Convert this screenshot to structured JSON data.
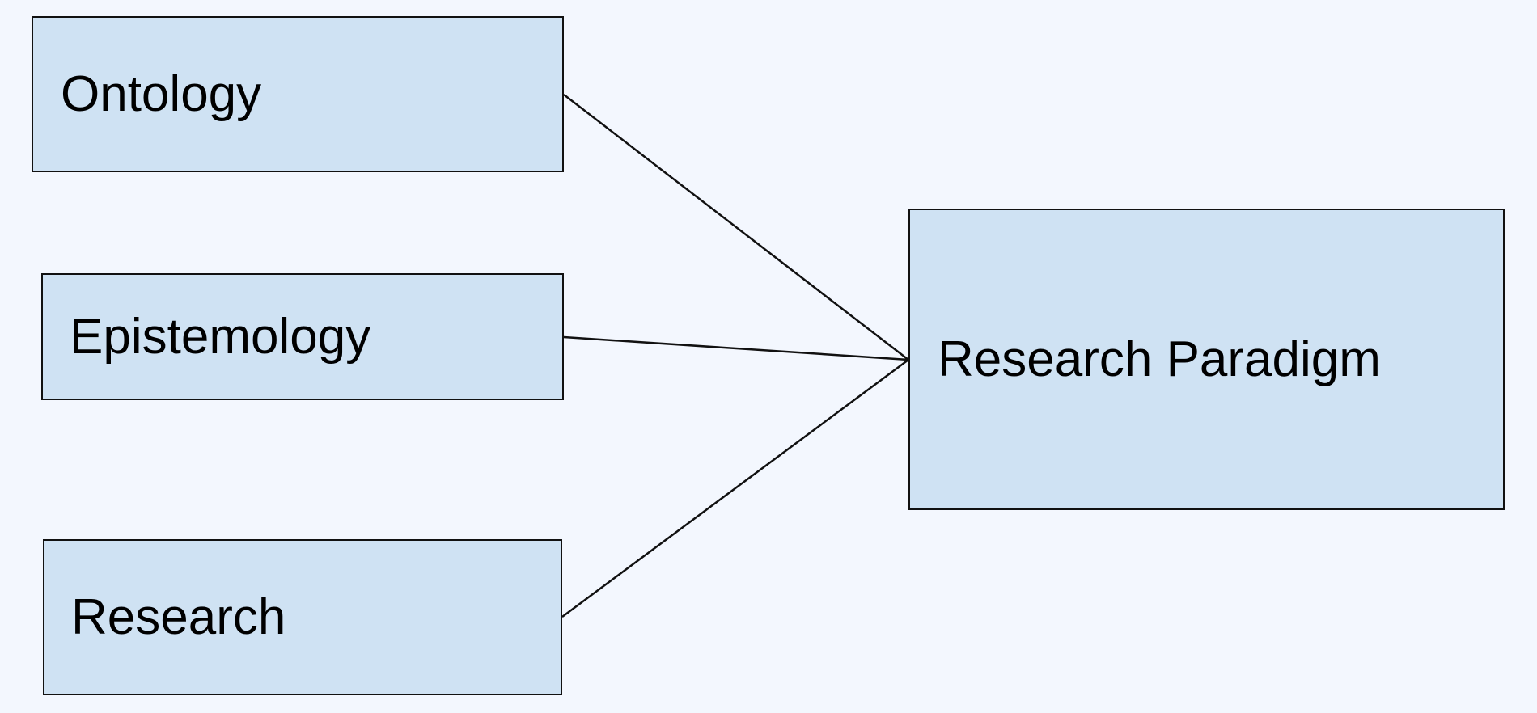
{
  "diagram": {
    "source_nodes": [
      {
        "id": "ontology",
        "label": "Ontology"
      },
      {
        "id": "epistemology",
        "label": "Epistemology"
      },
      {
        "id": "research",
        "label": "Research"
      }
    ],
    "target_node": {
      "id": "paradigm",
      "label": "Research Paradigm"
    },
    "edges": [
      {
        "from": "ontology",
        "to": "paradigm"
      },
      {
        "from": "epistemology",
        "to": "paradigm"
      },
      {
        "from": "research",
        "to": "paradigm"
      }
    ],
    "colors": {
      "background": "#f3f7fe",
      "box_fill": "#cfe2f3",
      "stroke": "#111111",
      "text": "#000000"
    }
  }
}
